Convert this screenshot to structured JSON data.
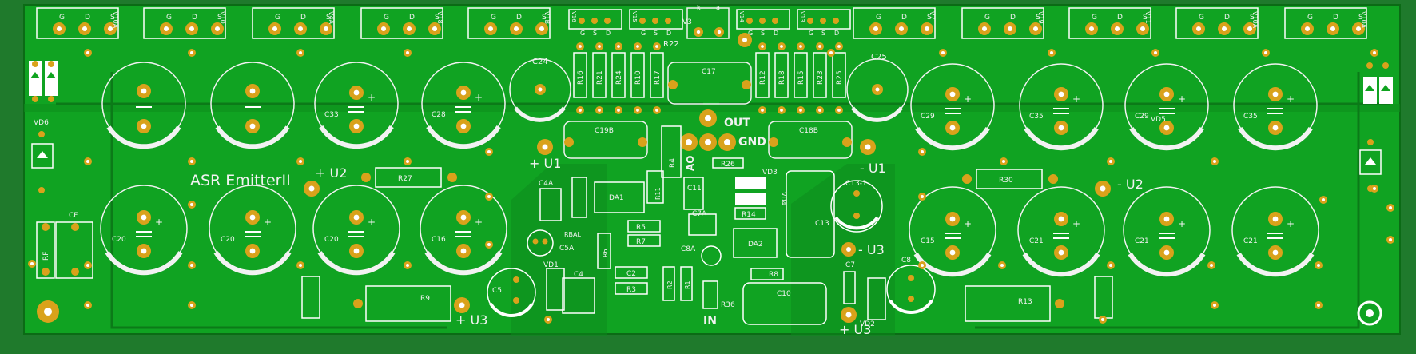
{
  "title": "ASR EmitterII",
  "signals": {
    "out": "OUT",
    "gnd": "GND",
    "in": "IN",
    "ao": "AO",
    "plus_u1": "+ U1",
    "minus_u1": "- U1",
    "plus_u2": "+ U2",
    "minus_u2": "- U2",
    "plus_u3_left": "+ U3",
    "plus_u3_bottom": "+ U3",
    "minus_u3": "- U3"
  },
  "transistors": [
    {
      "name": "V10A",
      "pins": [
        "G",
        "D",
        "S"
      ]
    },
    {
      "name": "V10",
      "pins": [
        "G",
        "D",
        "S"
      ]
    },
    {
      "name": "V4A",
      "pins": [
        "G",
        "D",
        "S"
      ]
    },
    {
      "name": "V18",
      "pins": [
        "G",
        "D",
        "S"
      ]
    },
    {
      "name": "V1B",
      "pins": [
        "G",
        "D",
        "S"
      ]
    },
    {
      "name": "V7",
      "pins": [
        "G",
        "D",
        "S"
      ]
    },
    {
      "name": "V19",
      "pins": [
        "G",
        "D",
        "S"
      ]
    },
    {
      "name": "V11",
      "pins": [
        "G",
        "D",
        "S"
      ]
    },
    {
      "name": "V10A",
      "pins": [
        "G",
        "D",
        "S"
      ]
    },
    {
      "name": "V10A",
      "pins": [
        "G",
        "D",
        "S"
      ]
    }
  ],
  "small_transistors": [
    {
      "name": "V16",
      "pins": [
        "G",
        "S",
        "D"
      ]
    },
    {
      "name": "V15",
      "pins": [
        "G",
        "S",
        "D"
      ]
    },
    {
      "name": "V14",
      "pins": [
        "G",
        "S",
        "D"
      ]
    },
    {
      "name": "V13",
      "pins": [
        "G",
        "S",
        "D"
      ]
    }
  ],
  "center_top": {
    "k": "k",
    "a": "a",
    "vd": "V3"
  },
  "resistors_left_col": [
    "R16",
    "R21",
    "R24",
    "R10",
    "R17"
  ],
  "resistors_right_col": [
    "R12",
    "R18",
    "R15",
    "R23",
    "R25"
  ],
  "caps_top_row": [
    {
      "label": "C33"
    },
    {
      "label": "C28"
    },
    {
      "label": "C29"
    },
    {
      "label": "C35"
    },
    {
      "label": "C29"
    },
    {
      "label": "C35"
    }
  ],
  "caps_bottom_row": [
    {
      "label": "C20"
    },
    {
      "label": "C20"
    },
    {
      "label": "C20"
    },
    {
      "label": "C16"
    },
    {
      "label": "C15"
    },
    {
      "label": "C21"
    },
    {
      "label": "C21"
    },
    {
      "label": "C21"
    }
  ],
  "labels": {
    "c24": "C24",
    "c25": "C25",
    "c17": "C17",
    "r22": "R22",
    "c19b": "C19B",
    "c18b": "C18B",
    "vd6": "VD6",
    "vd5": "VD5",
    "r27": "R27",
    "r30": "R30",
    "r26": "R26",
    "r4": "R4",
    "vd3": "VD3",
    "vd4": "VD4",
    "c11": "C11",
    "c13": "C13",
    "c13_1": "C13-1",
    "r14": "R14",
    "c7a": "C7A",
    "c4a": "C4A",
    "rbal": "RBAL",
    "da1": "DA1",
    "r11": "R11",
    "r5": "R5",
    "r7": "R7",
    "c5a": "C5A",
    "r6": "R6",
    "vd1": "VD1",
    "c4": "C4",
    "c2": "C2",
    "r3": "R3",
    "r2": "R2",
    "r1": "R1",
    "c8a": "C8A",
    "da2": "DA2",
    "r8": "R8",
    "c7": "C7",
    "c8": "C8",
    "c10": "C10",
    "r36": "R36",
    "c5": "C5",
    "r9": "R9",
    "r13": "R13",
    "vd2": "VD2",
    "cf": "CF",
    "rf": "RF"
  },
  "colors": {
    "board": "#0fa31f",
    "copper_dark": "#0b7a18",
    "bg": "#1f7a2c",
    "silk": "#f2f2f2",
    "pad": "#d9a21b"
  }
}
